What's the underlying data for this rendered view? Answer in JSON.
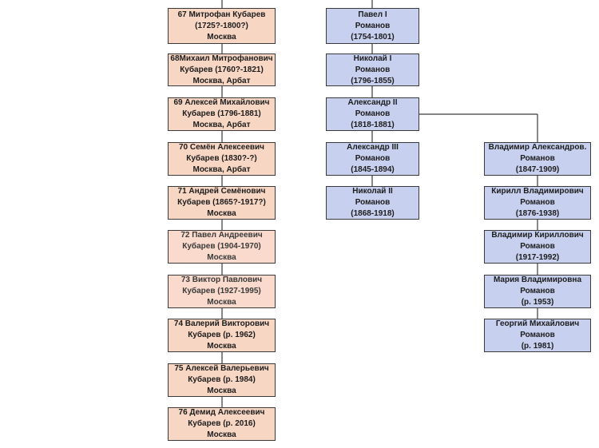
{
  "kubarev_line": [
    {
      "lines": [
        "67   Митрофан Кубарев",
        "(1725?-1800?)",
        "Москва"
      ]
    },
    {
      "lines": [
        "68Михаил Митрофанович",
        "Кубарев (1760?-1821)",
        "Москва, Арбат"
      ]
    },
    {
      "lines": [
        "69 Алексей Михайлович",
        "Кубарев (1796-1881)",
        "Москва, Арбат"
      ]
    },
    {
      "lines": [
        "70   Семён Алексеевич",
        "Кубарев (1830?-?)",
        "Москва, Арбат"
      ]
    },
    {
      "lines": [
        "71   Андрей Семёнович",
        "Кубарев (1865?-1917?)",
        "Москва"
      ]
    },
    {
      "lines": [
        "72   Павел Андреевич",
        "Кубарев (1904-1970)",
        "Москва"
      ]
    },
    {
      "lines": [
        "73   Виктор Павлович",
        "Кубарев (1927-1995)",
        "Москва"
      ]
    },
    {
      "lines": [
        "74 Валерий Викторович",
        "Кубарев (р. 1962)",
        "Москва"
      ]
    },
    {
      "lines": [
        "75 Алексей Валерьевич",
        "Кубарев (р. 1984)",
        "Москва"
      ]
    },
    {
      "lines": [
        "76   Демид Алексеевич",
        "Кубарев (р. 2016)",
        "Москва"
      ]
    }
  ],
  "romanov_main": [
    {
      "lines": [
        "Павел I",
        "Романов",
        "(1754-1801)"
      ]
    },
    {
      "lines": [
        "Николай I",
        "Романов",
        "(1796-1855)"
      ]
    },
    {
      "lines": [
        "Александр II",
        "Романов",
        "(1818-1881)"
      ]
    },
    {
      "lines": [
        "Александр III",
        "Романов",
        "(1845-1894)"
      ]
    },
    {
      "lines": [
        "Николай II",
        "Романов",
        "(1868-1918)"
      ]
    }
  ],
  "romanov_branch": [
    {
      "lines": [
        "Владимир Александров.",
        "Романов",
        "(1847-1909)"
      ]
    },
    {
      "lines": [
        "Кирилл Владимирович",
        "Романов",
        "(1876-1938)"
      ]
    },
    {
      "lines": [
        "Владимир Кириллович",
        "Романов",
        "(1917-1992)"
      ]
    },
    {
      "lines": [
        "Мария Владимировна",
        "Романов",
        "(р. 1953)"
      ]
    },
    {
      "lines": [
        "Георгий Михайлович",
        "Романов",
        "(р. 1981)"
      ]
    }
  ],
  "colors": {
    "kubarev_fill": "#f8d6c4",
    "romanov_fill": "#c8d0f0",
    "border": "#3a3a3a",
    "line": "#3a3a3a"
  }
}
